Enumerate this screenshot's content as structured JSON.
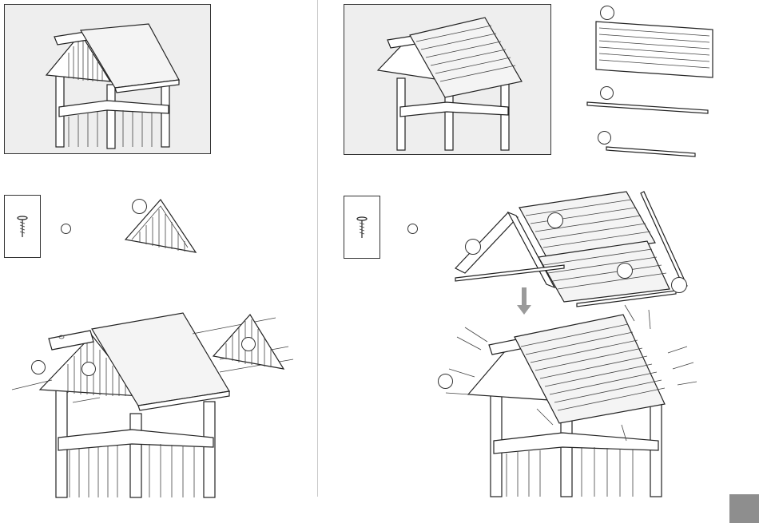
{
  "document": {
    "type": "assembly-instructions",
    "theme": {
      "line": "#222222",
      "inset_fill": "#eeeeee",
      "divider": "#c9c9c9",
      "page_tab": "#8e8e8e"
    },
    "left_panel": {
      "overview": "tower-with-plain-roof",
      "hardware": {
        "icon": "screw-icon"
      },
      "part": "gable-triangle"
    },
    "right_panel": {
      "overview": "tower-with-slatted-roof",
      "parts": [
        "roof-panel",
        "long-rail",
        "short-rail"
      ],
      "hardware": {
        "icon": "screw-icon"
      },
      "direction": "arrow-down-icon"
    }
  }
}
